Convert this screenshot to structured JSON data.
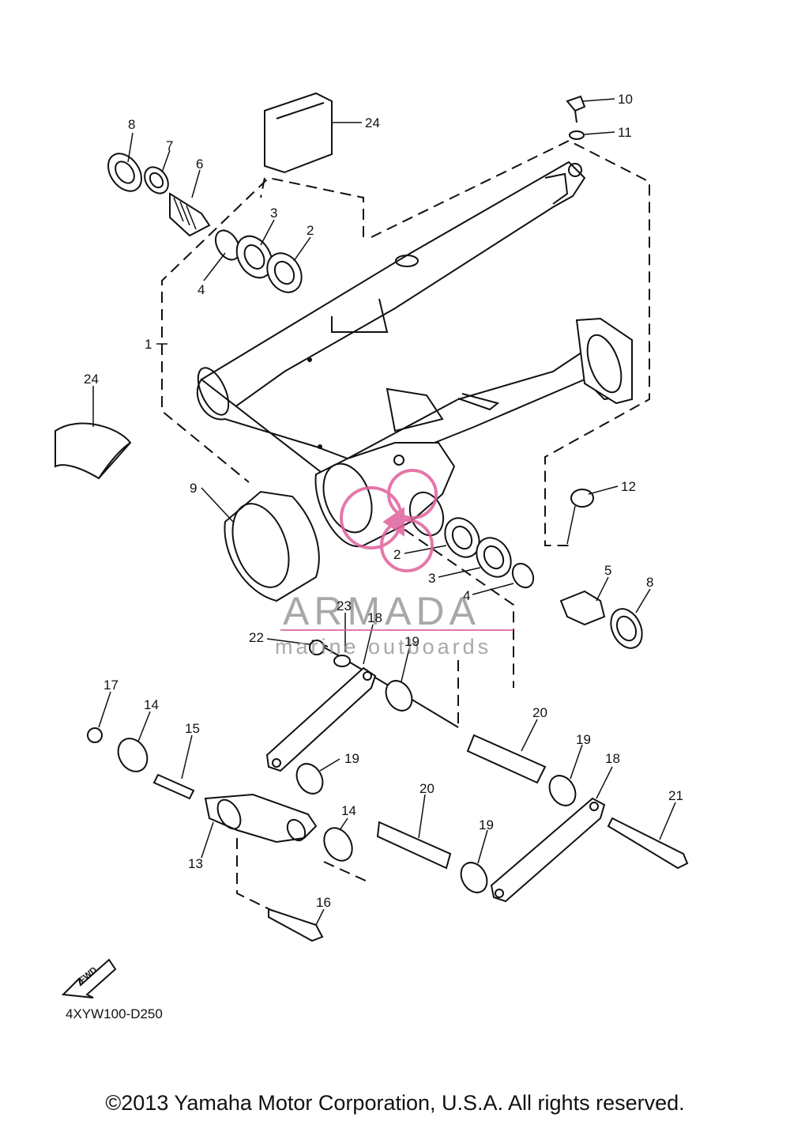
{
  "labels": {
    "p1": "1",
    "p2a": "2",
    "p2b": "2",
    "p3a": "3",
    "p3b": "3",
    "p4a": "4",
    "p4b": "4",
    "p5": "5",
    "p6": "6",
    "p7": "7",
    "p8a": "8",
    "p8b": "8",
    "p9": "9",
    "p10": "10",
    "p11": "11",
    "p12": "12",
    "p13": "13",
    "p14a": "14",
    "p14b": "14",
    "p15": "15",
    "p16": "16",
    "p17": "17",
    "p18a": "18",
    "p18b": "18",
    "p19a": "19",
    "p19b": "19",
    "p19c": "19",
    "p19d": "19",
    "p20a": "20",
    "p20b": "20",
    "p21": "21",
    "p22": "22",
    "p23": "23",
    "p24a": "24",
    "p24b": "24"
  },
  "watermark": {
    "brand": "ARMADA",
    "tagline": "marine outboards",
    "accent_color": "#e0609b"
  },
  "fwd_label": "FWD",
  "diagram_code": "4XYW100-D250",
  "copyright": "©2013 Yamaha Motor Corporation, U.S.A. All rights reserved."
}
